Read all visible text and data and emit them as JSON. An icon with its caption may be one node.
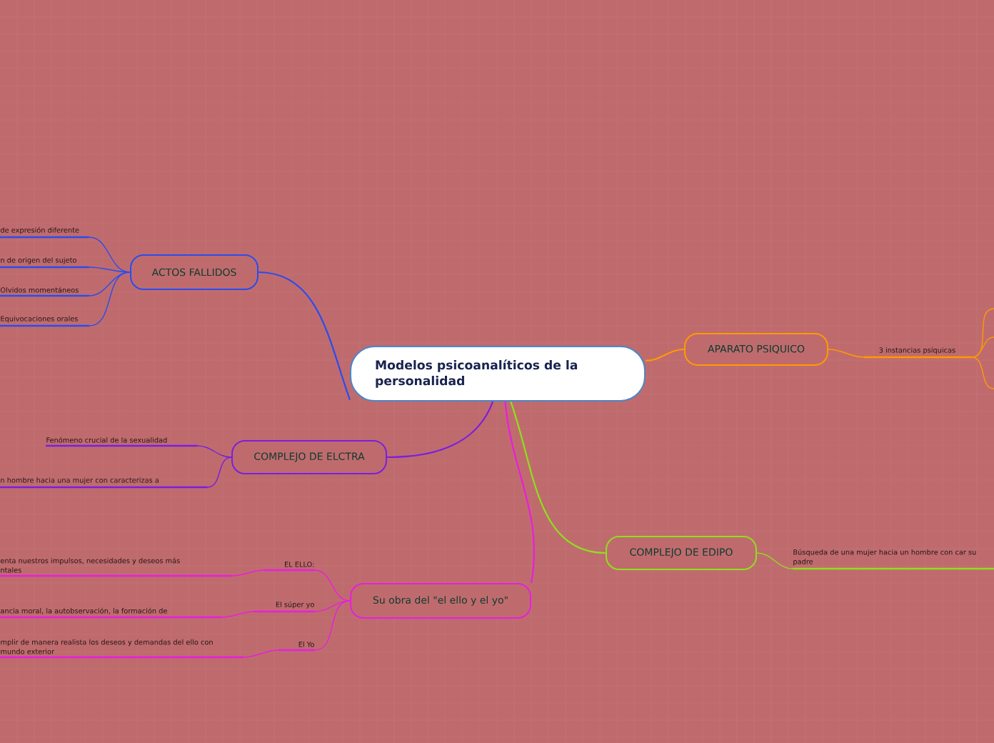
{
  "diagram": {
    "nodes": [
      {
        "text": [
          "Modelos psicoanalíticos de la personalidad"
        ]
      },
      {
        "text": [
          "ACTOS FALLIDOS"
        ]
      },
      {
        "text": [
          "de expresión diferente"
        ]
      },
      {
        "text": [
          "n de origen del sujeto"
        ]
      },
      {
        "text": [
          "Olvidos momentáneos"
        ]
      },
      {
        "text": [
          "Equivocaciones orales"
        ]
      },
      {
        "text": [
          "COMPLEJO DE ELCTRA"
        ]
      },
      {
        "text": [
          "Fenómeno crucial de la sexualidad"
        ]
      },
      {
        "text": [
          "n hombre hacia una mujer con caracterizas a"
        ]
      },
      {
        "text": [
          "Su obra del \"el ello y el yo\""
        ]
      },
      {
        "text": [
          "EL ELLO:"
        ]
      },
      {
        "text": [
          "enta nuestros impulsos, necesidades y deseos más ntales"
        ]
      },
      {
        "text": [
          "El súper yo"
        ]
      },
      {
        "text": [
          "ancia moral, la autobservación, la formación de"
        ]
      },
      {
        "text": [
          "El Yo"
        ]
      },
      {
        "text": [
          "mplir de manera realista los deseos y demandas del ello con mundo exterior"
        ]
      },
      {
        "text": [
          "APARATO PSIQUICO"
        ]
      },
      {
        "text": [
          "3 instancias psíquicas"
        ]
      },
      {
        "text": [
          "COMPLEJO DE EDIPO"
        ]
      },
      {
        "text": [
          "Búsqueda de una mujer hacia un hombre con car su padre"
        ]
      }
    ],
    "edges": [
      {
        "from": 0,
        "to": 1,
        "arrow": "none",
        "color": "#2a4cf0"
      },
      {
        "from": 1,
        "to": 2,
        "arrow": "none",
        "color": "#2a4cf0"
      },
      {
        "from": 1,
        "to": 3,
        "arrow": "none",
        "color": "#2a4cf0"
      },
      {
        "from": 1,
        "to": 4,
        "arrow": "none",
        "color": "#2a4cf0"
      },
      {
        "from": 1,
        "to": 5,
        "arrow": "none",
        "color": "#2a4cf0"
      },
      {
        "from": 0,
        "to": 6,
        "arrow": "none",
        "color": "#7a1fe0"
      },
      {
        "from": 6,
        "to": 7,
        "arrow": "none",
        "color": "#7a1fe0"
      },
      {
        "from": 6,
        "to": 8,
        "arrow": "none",
        "color": "#7a1fe0"
      },
      {
        "from": 0,
        "to": 9,
        "arrow": "none",
        "color": "#e81ee0"
      },
      {
        "from": 9,
        "to": 10,
        "arrow": "none",
        "color": "#e81ee0"
      },
      {
        "from": 10,
        "to": 11,
        "arrow": "none",
        "color": "#e81ee0"
      },
      {
        "from": 9,
        "to": 12,
        "arrow": "none",
        "color": "#e81ee0"
      },
      {
        "from": 12,
        "to": 13,
        "arrow": "none",
        "color": "#e81ee0"
      },
      {
        "from": 9,
        "to": 14,
        "arrow": "none",
        "color": "#e81ee0"
      },
      {
        "from": 14,
        "to": 15,
        "arrow": "none",
        "color": "#e81ee0"
      },
      {
        "from": 0,
        "to": 16,
        "arrow": "none",
        "color": "#ff9a00"
      },
      {
        "from": 16,
        "to": 17,
        "arrow": "none",
        "color": "#ff9a00"
      },
      {
        "from": 17,
        "to": null,
        "arrow": "none",
        "color": "#ff9a00"
      },
      {
        "from": 17,
        "to": null,
        "arrow": "none",
        "color": "#ff9a00"
      },
      {
        "from": 17,
        "to": null,
        "arrow": "none",
        "color": "#ff9a00"
      },
      {
        "from": 0,
        "to": 18,
        "arrow": "none",
        "color": "#8ee01a"
      },
      {
        "from": 18,
        "to": 19,
        "arrow": "none",
        "color": "#8ee01a"
      }
    ]
  }
}
